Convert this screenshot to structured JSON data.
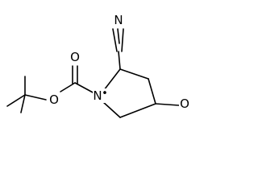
{
  "molecule": {
    "atoms": {
      "nitrile_nitrogen": "N",
      "ring_nitrogen": "N",
      "ring_nitrogen_marker": "•",
      "carbonyl_oxygen": "O",
      "ester_oxygen": "O",
      "ketone_oxygen": "O"
    }
  }
}
